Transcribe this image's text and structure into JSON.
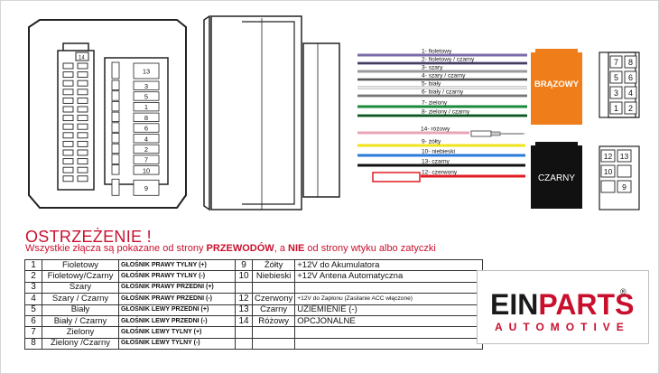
{
  "connector": {
    "left_top_number": "14",
    "left_pins": [
      "13",
      "3",
      "5",
      "1",
      "8",
      "6",
      "4",
      "2",
      "7",
      "10",
      "9"
    ]
  },
  "wires": [
    {
      "label": "1- fioletowy",
      "color": "#7a6aa8",
      "type": "stripe",
      "stripe": "#7a6aa8"
    },
    {
      "label": "2- fioletowy / czarny",
      "color": "#7a6aa8",
      "type": "stripe-black"
    },
    {
      "label": "3- szary",
      "color": "#9a9a9a",
      "type": "solid"
    },
    {
      "label": "4- szary / czarny",
      "color": "#9a9a9a",
      "type": "stripe-black"
    },
    {
      "label": "5- biały",
      "color": "#e6e6e6",
      "type": "solid"
    },
    {
      "label": "6- biały / czarny",
      "color": "#d9d9d9",
      "type": "stripe-black"
    },
    {
      "label": "7- zielony",
      "color": "#1a8a3a",
      "type": "solid"
    },
    {
      "label": "8- zielony / czarny",
      "color": "#1a8a3a",
      "type": "stripe-black"
    },
    {
      "label": "14- różowy",
      "color": "#e8a6b4",
      "type": "solid"
    },
    {
      "label": "9- żółty",
      "color": "#f2e21a",
      "type": "solid"
    },
    {
      "label": "10- niebieski",
      "color": "#2a7ad8",
      "type": "solid"
    },
    {
      "label": "13- czarny",
      "color": "#111111",
      "type": "solid"
    },
    {
      "label": "12- czerwony",
      "color": "#e11b22",
      "type": "solid"
    }
  ],
  "plug_brown": {
    "label": "BRĄZOWY",
    "color": "#ef7d1a",
    "pins": [
      "7",
      "8",
      "5",
      "6",
      "3",
      "4",
      "1",
      "2"
    ]
  },
  "plug_black": {
    "label": "CZARNY",
    "color": "#111111",
    "pins": [
      "12",
      "13",
      "10",
      "",
      "",
      "9"
    ]
  },
  "warning": {
    "title": "OSTRZEŻENIE !",
    "sub_1": "Wszystkie złącza są pokazane od strony ",
    "sub_bold_1": "PRZEWODÓW",
    "sub_2": ", a ",
    "sub_bold_2": "NIE",
    "sub_3": " od strony wtyku albo zatyczki"
  },
  "table": {
    "rows": [
      {
        "n1": "1",
        "c1": "Fioletowy",
        "c2": "GŁOŚNIK PRAWY TYLNY (+)",
        "n2": "9",
        "c3": "Żółty",
        "c4": "+12V do Akumulatora"
      },
      {
        "n1": "2",
        "c1": "Fioletowy/Czarny",
        "c2": "GŁOŚNIK PRAWY TYLNY (-)",
        "n2": "10",
        "c3": "Niebieski",
        "c4": "+12V Antena Automatyczna"
      },
      {
        "n1": "3",
        "c1": "Szary",
        "c2": "GŁOŚNIK PRAWY PRZEDNI (+)",
        "n2": "",
        "c3": "",
        "c4": ""
      },
      {
        "n1": "4",
        "c1": "Szary / Czarny",
        "c2": "GŁOŚNIK PRAWY PRZEDNI (-)",
        "n2": "12",
        "c3": "Czerwony",
        "c4": "+12V do Zapłonu (Zasilanie ACC włączone)"
      },
      {
        "n1": "5",
        "c1": "Biały",
        "c2": "GŁOŚNIK LEWY PRZEDNI (+)",
        "n2": "13",
        "c3": "Czarny",
        "c4": "UZIEMIENIE (-)"
      },
      {
        "n1": "6",
        "c1": "Biały / Czarny",
        "c2": "GŁOŚNIK LEWY PRZEDNI (-)",
        "n2": "14",
        "c3": "Różowy",
        "c4": "OPCJONALNE"
      },
      {
        "n1": "7",
        "c1": "Zielony",
        "c2": "GŁOŚNIK LEWY TYLNY (+)",
        "n2": "",
        "c3": "",
        "c4": ""
      },
      {
        "n1": "8",
        "c1": "Zielony /Czarny",
        "c2": "GŁOŚNIK LEWY TYLNY (-)",
        "n2": "",
        "c3": "",
        "c4": ""
      }
    ]
  },
  "logo": {
    "main_a": "EIN",
    "main_b": "PARTS",
    "reg": "®",
    "sub": "AUTOMOTIVE"
  }
}
